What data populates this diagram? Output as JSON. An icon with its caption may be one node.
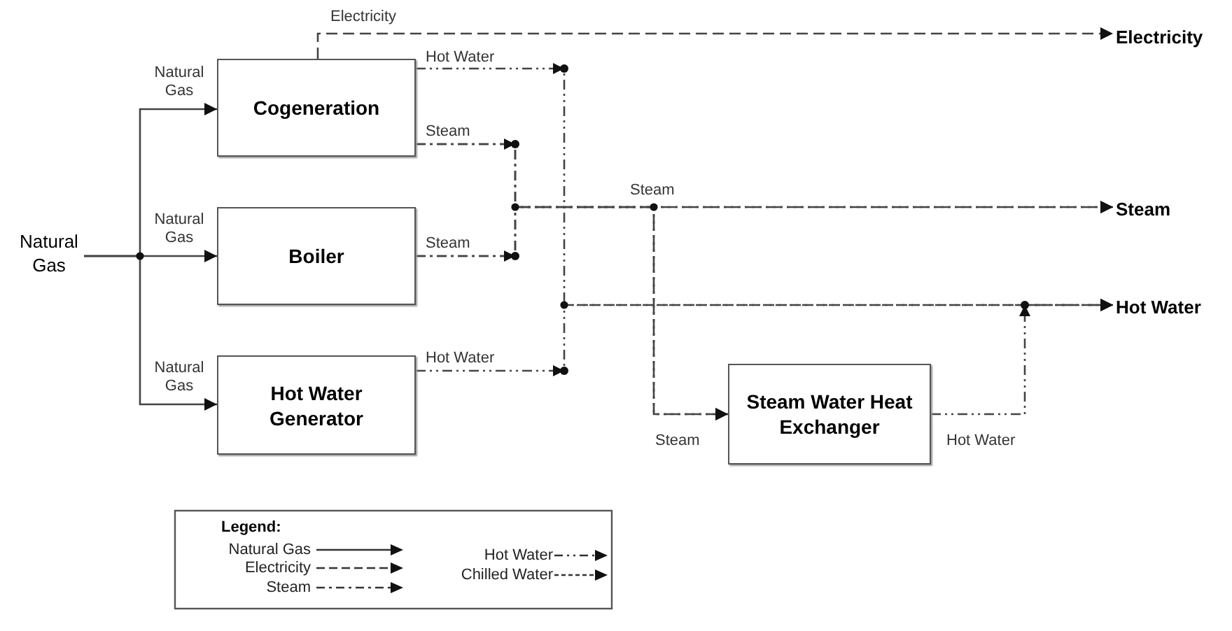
{
  "diagram": {
    "nodes": [
      {
        "text": [
          "Natural Gas"
        ]
      },
      {
        "text": [
          "Cogeneration"
        ]
      },
      {
        "text": [
          "Boiler"
        ]
      },
      {
        "text": [
          "Hot Water Generator"
        ]
      },
      {
        "text": [
          "Steam Water Heat Exchanger"
        ]
      },
      {
        "text": [
          "Electricity"
        ]
      },
      {
        "text": [
          "Steam"
        ]
      },
      {
        "text": [
          "Hot Water"
        ]
      }
    ],
    "edges": [
      {
        "from": 0,
        "to": 1,
        "arrow": "to",
        "label": "Natural Gas"
      },
      {
        "from": 0,
        "to": 2,
        "arrow": "to",
        "label": "Natural Gas"
      },
      {
        "from": 0,
        "to": 3,
        "arrow": "to",
        "label": "Natural Gas"
      },
      {
        "from": 1,
        "to": 5,
        "arrow": "to",
        "label": "Electricity",
        "style": "dashed"
      },
      {
        "from": 1,
        "to": 7,
        "arrow": "to",
        "label": "Hot Water",
        "style": "dashed"
      },
      {
        "from": 1,
        "to": 6,
        "arrow": "to",
        "label": "Steam",
        "style": "dashed"
      },
      {
        "from": 2,
        "to": 6,
        "arrow": "to",
        "label": "Steam",
        "style": "dashed"
      },
      {
        "from": 1,
        "to": 4,
        "arrow": "to",
        "label": "Steam",
        "style": "dashed"
      },
      {
        "from": 2,
        "to": 4,
        "arrow": "to",
        "style": "dashed"
      },
      {
        "from": 3,
        "to": 7,
        "arrow": "to",
        "label": "Hot Water",
        "style": "dashed"
      },
      {
        "from": 4,
        "to": 7,
        "arrow": "to",
        "label": "Hot Water",
        "style": "dashed"
      }
    ],
    "labels": [
      "Steam",
      "Legend:"
    ],
    "legend": [
      {
        "text": "Natural Gas"
      },
      {
        "text": "Electricity"
      },
      {
        "text": "Steam"
      },
      {
        "text": "Hot Water"
      },
      {
        "text": "Chilled Water"
      }
    ]
  }
}
